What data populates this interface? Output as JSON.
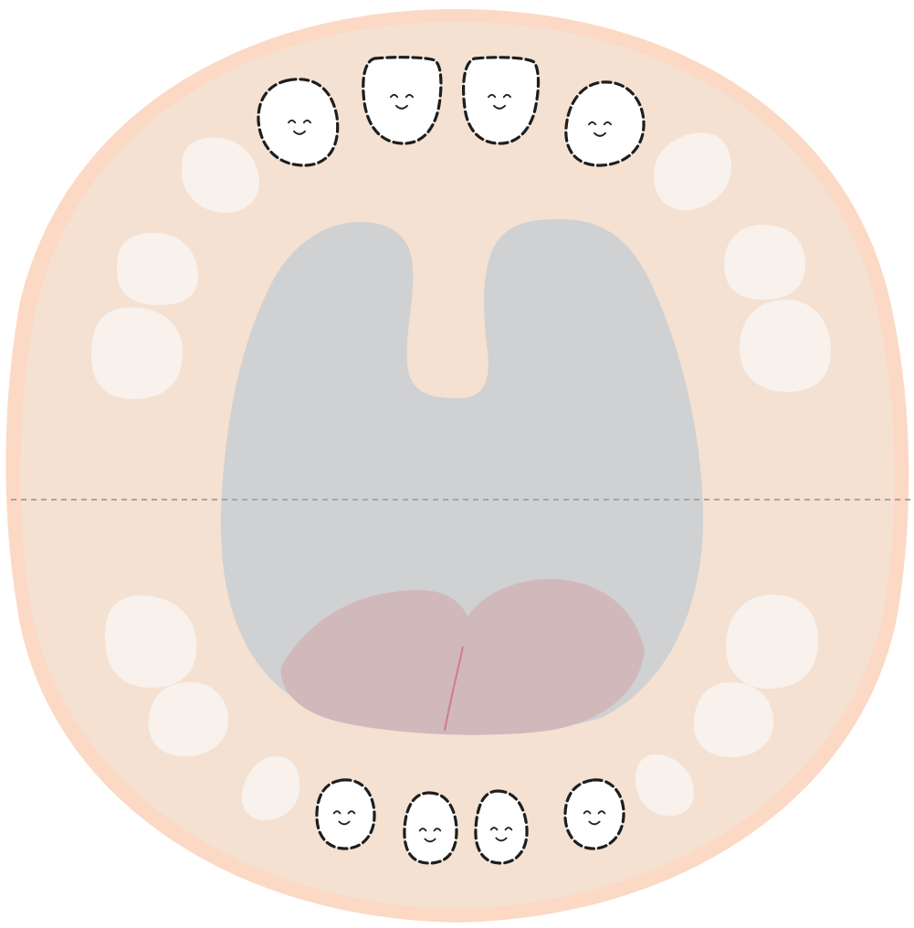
{
  "colors": {
    "gum_outer": "#fbd9c5",
    "gum_inner": "#f4e1d1",
    "gum_shade": "#f1d8c6",
    "mouth_cavity": "#d0d1d3",
    "tongue": "#d0b8bb",
    "tongue_midline": "#cf7e86",
    "dormant_tooth": "#f8f1ec",
    "erupted_tooth_fill": "#ffffff",
    "erupted_tooth_outline": "#1e1e1e",
    "jaw_divider": "#a5a5a8"
  },
  "jaws": {
    "upper": {
      "erupted_teeth": [
        "upper-left-lateral-incisor",
        "upper-left-central-incisor",
        "upper-right-central-incisor",
        "upper-right-lateral-incisor"
      ],
      "unerupted_teeth": [
        "upper-left-canine",
        "upper-left-first-molar",
        "upper-left-second-molar",
        "upper-right-canine",
        "upper-right-first-molar",
        "upper-right-second-molar"
      ]
    },
    "lower": {
      "erupted_teeth": [
        "lower-left-lateral-incisor",
        "lower-left-central-incisor",
        "lower-right-central-incisor",
        "lower-right-lateral-incisor"
      ],
      "unerupted_teeth": [
        "lower-left-canine",
        "lower-left-first-molar",
        "lower-left-second-molar",
        "lower-right-canine",
        "lower-right-first-molar",
        "lower-right-second-molar"
      ]
    }
  },
  "erupted_tooth_icon": "smiling-face-icon"
}
